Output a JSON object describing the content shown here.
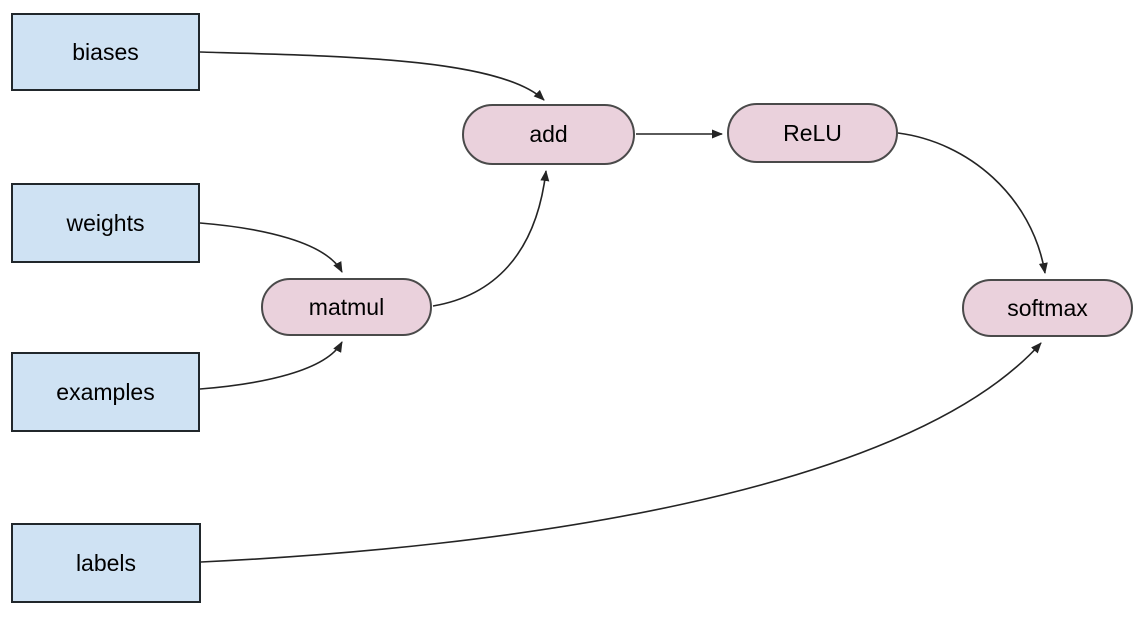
{
  "diagram": {
    "type": "computation-graph",
    "inputs": [
      {
        "id": "biases",
        "label": "biases"
      },
      {
        "id": "weights",
        "label": "weights"
      },
      {
        "id": "examples",
        "label": "examples"
      },
      {
        "id": "labels",
        "label": "labels"
      }
    ],
    "operations": [
      {
        "id": "add",
        "label": "add"
      },
      {
        "id": "relu",
        "label": "ReLU"
      },
      {
        "id": "matmul",
        "label": "matmul"
      },
      {
        "id": "softmax",
        "label": "softmax"
      }
    ],
    "edges": [
      {
        "from": "biases",
        "to": "add"
      },
      {
        "from": "weights",
        "to": "matmul"
      },
      {
        "from": "examples",
        "to": "matmul"
      },
      {
        "from": "matmul",
        "to": "add"
      },
      {
        "from": "add",
        "to": "relu"
      },
      {
        "from": "relu",
        "to": "softmax"
      },
      {
        "from": "labels",
        "to": "softmax"
      }
    ],
    "colors": {
      "input_fill": "#cfe2f3",
      "input_border": "#21272b",
      "op_fill": "#ead1dc",
      "op_border": "#4a4a4a",
      "edge": "#242424",
      "text": "#000000",
      "background": "#ffffff"
    }
  }
}
